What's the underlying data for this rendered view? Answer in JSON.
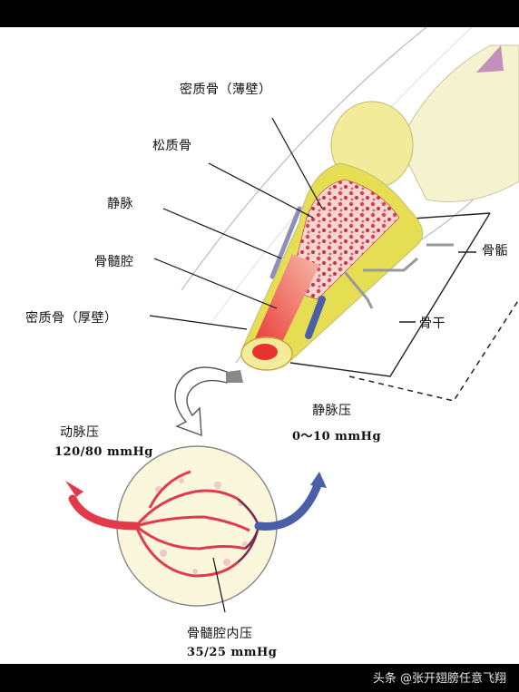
{
  "labels": {
    "compact_thin": "密质骨（薄壁）",
    "spongy": "松质骨",
    "vein": "静脉",
    "marrow_cavity": "骨髓腔",
    "compact_thick": "密质骨（厚壁）",
    "epiphysis": "骨骺",
    "diaphysis": "骨干",
    "venous_pressure_title": "静脉压",
    "venous_pressure_value": "0～10 mmHg",
    "arterial_pressure_title": "动脉压",
    "arterial_pressure_value": "120/80 mmHg",
    "intramedullary_title": "骨髓腔内压",
    "intramedullary_value": "35/25 mmHg"
  },
  "watermark": "头条 @张开翅膀任意飞翔",
  "colors": {
    "bone_yellow": "#f2ec9a",
    "cortex_yellow": "#e6de52",
    "spongy_red": "#d8405a",
    "artery_red": "#e23a4a",
    "vein_blue": "#4a5fa8",
    "marrow_fill": "#fbf7dc"
  }
}
